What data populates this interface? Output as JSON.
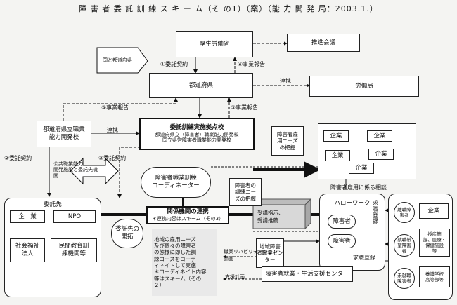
{
  "title": "障 害 者 委 託 訓 練 ス キ ー ム（そ の1）（案）（能 力 開 発 局：2003.1.）",
  "nodes": {
    "mhlw": "厚生労働省",
    "promo": "推進会議",
    "natpref": "国と都道府県",
    "pref": "都道府県",
    "labor": "労働局",
    "prefschool": "都道府県立職業\n能力開発校",
    "hub_title": "委託訓練実施拠点校",
    "hub_sub1": "都道府県立（障害者）職業能力開発校",
    "hub_sub2": "国立県営障害者職業能力開発校",
    "coord": "障害者職業訓練\nコーディネーター",
    "employer_grasp": "障害者雇\n用ニーズ\nの把握",
    "trainee_grasp": "障害者の\n訓練ニー\nズの把握",
    "companies": [
      "企業",
      "企業",
      "企業",
      "企業",
      "企業"
    ],
    "consult": "障害者雇用に係る相談",
    "contractor_title": "委託先",
    "contractors": [
      "企　業",
      "NPO",
      "社会福祉\n法人",
      "民間教育訓\n練機関等"
    ],
    "newdev": "委託先の\n開拓",
    "liaison_title": "関係機関の連携",
    "liaison_note": "＊連携内容はスキーム（その3）",
    "coord_desc": "地域の雇用ニーズ\n及び個々の障害者\nの態様に即した訓\n練コースをコーデ\nィネイトして実施\n＊コーディネイト内容\n等はスキーム（その\n２）",
    "hellowork": "ハローワーク",
    "hw_disabled1": "障害者",
    "hw_disabled2": "障害者",
    "instruct": "受講指示、\n受講推薦",
    "vocational_center": "地域障害\n者職業セン\nター",
    "life_center": "障害者就業・生活支援センター",
    "job_reg1": "求\n職\n登\n録",
    "job_reg2": "求職登録",
    "right_company": "企業",
    "right_a": "離職障\n害者",
    "right_b": "就職希\n望障害\n者",
    "right_c": "未就職\n障害者",
    "right_d": "授産施\n設、医療・\n保健施設\n等",
    "right_e": "養護学校\n高等部等"
  },
  "labels": {
    "l1": "①委託契約",
    "l4": "④事業報告",
    "l3a": "③事業報告",
    "l3b": "③事業報告",
    "renkei1": "連携",
    "renkei2": "連携",
    "l2a": "②委託契約",
    "l2b": "②委託契約",
    "kokyo": "公共職業能力\n開発施設と委託先機\n関",
    "voc_plan": "職業リハビリテーション\n計画",
    "support_plan": "支援計画"
  }
}
